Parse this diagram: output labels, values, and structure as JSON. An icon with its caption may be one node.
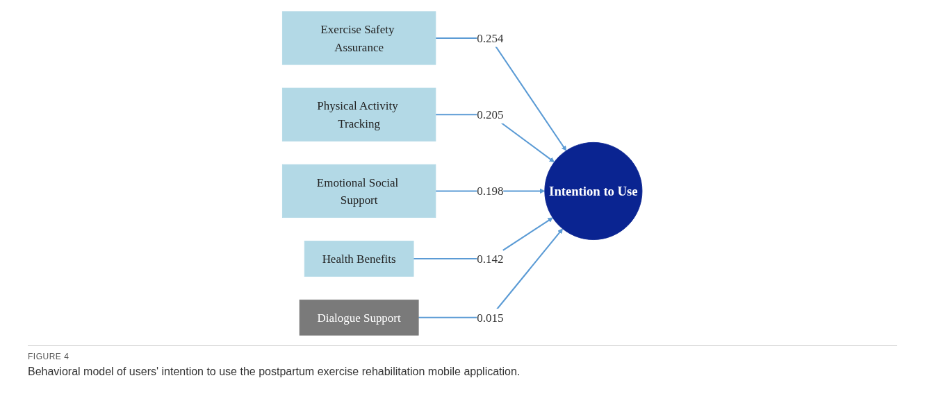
{
  "diagram": {
    "caption": "Behavioral model of users' intention to use the postpartum exercise rehabilitation mobile application.",
    "nodes": [
      {
        "text": [
          "Exercise Safety Assurance"
        ]
      },
      {
        "text": [
          "Physical Activity Tracking"
        ]
      },
      {
        "text": [
          "Emotional Social Support"
        ]
      },
      {
        "text": [
          "Health Benefits"
        ]
      },
      {
        "text": [
          "Intention to Use"
        ]
      },
      {
        "text": [
          "Dialogue Support"
        ]
      }
    ],
    "edges": [
      {
        "from": 0,
        "to": 4,
        "arrow": "to",
        "label": "0.254"
      },
      {
        "from": 1,
        "to": 4,
        "arrow": "to",
        "label": "0.205"
      },
      {
        "from": 2,
        "to": 4,
        "arrow": "to",
        "label": "0.198"
      },
      {
        "from": 3,
        "to": 4,
        "arrow": "to",
        "label": "0.142"
      },
      {
        "from": 5,
        "to": 4,
        "arrow": "to",
        "label": "0.015"
      }
    ],
    "labels": [
      "FIGURE 4"
    ]
  }
}
